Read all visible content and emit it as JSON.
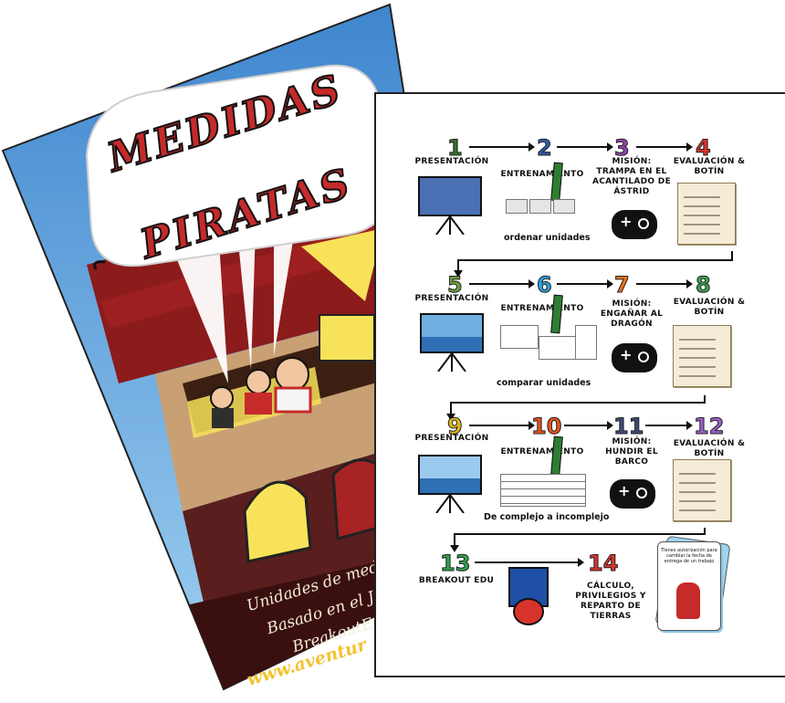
{
  "poster": {
    "title_line1": "MEDIDAS",
    "title_line2": "PIRATAS",
    "text_line1": "Unidades de medida, C",
    "text_line2": "Basado en el Juego",
    "text_line3": "BreakoutEdu,",
    "url": "www.aventur",
    "colors": {
      "sky": "#4a90d0",
      "roof": "#8c1b1b",
      "wall": "#c9a074",
      "base": "#5a1e1e",
      "window": "#f7e25a"
    }
  },
  "sheet": {
    "rows": [
      {
        "steps": [
          {
            "num": "1",
            "color": "#3a6e2a",
            "label": "PRESENTACIÓN",
            "icon": "presentation-easel-icon"
          },
          {
            "num": "2",
            "color": "#2d5da8",
            "label": "ENTRENAMIENTO",
            "icon": "pencil-icon",
            "caption": "ordenar unidades"
          },
          {
            "num": "3",
            "color": "#8e44ad",
            "label": "MISIÓN: TRAMPA EN EL ACANTILADO DE ÁSTRID",
            "icon": "gamepad-icon"
          },
          {
            "num": "4",
            "color": "#d9342b",
            "label": "EVALUACIÓN & BOTÍN",
            "icon": "scroll-icon"
          }
        ]
      },
      {
        "steps": [
          {
            "num": "5",
            "color": "#6aa03c",
            "label": "PRESENTACIÓN",
            "icon": "presentation-easel-icon"
          },
          {
            "num": "6",
            "color": "#2aa1d8",
            "label": "ENTRENAMIENTO",
            "icon": "pencil-icon",
            "caption": "comparar unidades"
          },
          {
            "num": "7",
            "color": "#e8731c",
            "label": "MISIÓN: ENGAÑAR AL DRAGÓN",
            "icon": "gamepad-icon"
          },
          {
            "num": "8",
            "color": "#3aa24a",
            "label": "EVALUACIÓN & BOTÍN",
            "icon": "scroll-icon"
          }
        ]
      },
      {
        "steps": [
          {
            "num": "9",
            "color": "#e0b820",
            "label": "PRESENTACIÓN",
            "icon": "presentation-easel-icon"
          },
          {
            "num": "10",
            "color": "#e8531c",
            "label": "ENTRENAMIENTO",
            "icon": "pencil-icon",
            "caption": "De complejo a incomplejo"
          },
          {
            "num": "11",
            "color": "#3d4a7a",
            "label": "MISIÓN: HUNDIR EL BARCO",
            "icon": "gamepad-icon"
          },
          {
            "num": "12",
            "color": "#9a5fc8",
            "label": "EVALUACIÓN & BOTÍN",
            "icon": "scroll-icon"
          }
        ]
      },
      {
        "steps": [
          {
            "num": "13",
            "color": "#2fa34a",
            "label": "BREAKOUT EDU",
            "icon": "breakout-box-icon"
          },
          {
            "num": "14",
            "color": "#d9342b",
            "label": "CÁLCULO, PRIVILEGIOS Y REPARTO DE TIERRAS",
            "icon": "pirate-card-icon",
            "card_text": "Tienes autorización para cambiar la fecha de entrega de un trabajo"
          }
        ]
      }
    ]
  }
}
